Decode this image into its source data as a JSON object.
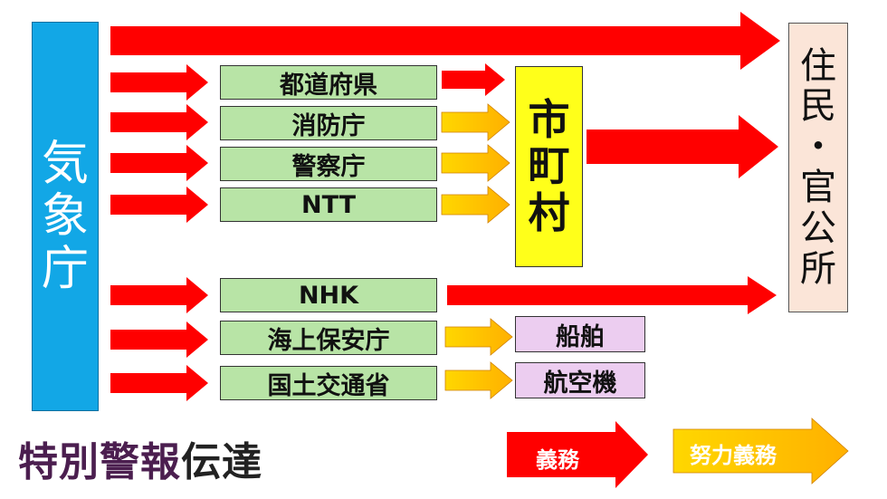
{
  "source": {
    "label": "気象庁",
    "color": "#12a7e6"
  },
  "agencies": [
    "都道府県",
    "消防庁",
    "警察庁",
    "NTT",
    "NHK",
    "海上保安庁",
    "国土交通省"
  ],
  "municipality": {
    "label": "市町村"
  },
  "residents": {
    "label": "住民・官公所"
  },
  "ships": "船舶",
  "aircraft": "航空機",
  "title": {
    "main": "特別警報",
    "tail": "伝達"
  },
  "legend": {
    "duty": {
      "label": "義務",
      "color": "#ff0000"
    },
    "effort": {
      "label": "努力義務",
      "color": "#ffc000"
    }
  }
}
